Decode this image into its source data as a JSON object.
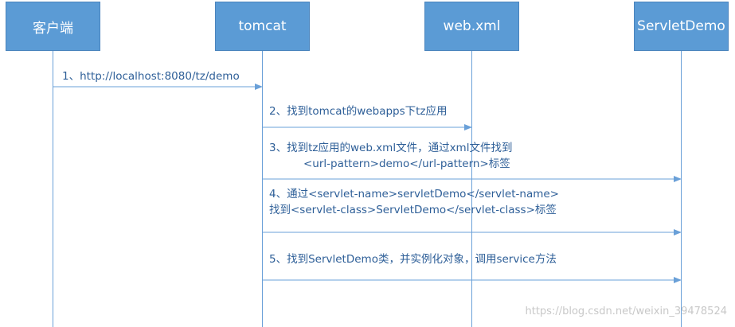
{
  "participants": [
    {
      "label": "客户端"
    },
    {
      "label": "tomcat"
    },
    {
      "label": "web.xml"
    },
    {
      "label": "ServletDemo"
    }
  ],
  "messages": [
    {
      "line1": "1、http://localhost:8080/tz/demo",
      "line2": ""
    },
    {
      "line1": "2、找到tomcat的webapps下tz应用",
      "line2": ""
    },
    {
      "line1": "3、找到tz应用的web.xml文件，通过xml文件找到",
      "line2": "<url-pattern>demo</url-pattern>标签"
    },
    {
      "line1": "4、通过<servlet-name>servletDemo</servlet-name>",
      "line2": "找到<servlet-class>ServletDemo</servlet-class>标签"
    },
    {
      "line1": "5、找到ServletDemo类，并实例化对象，调用service方法",
      "line2": ""
    }
  ],
  "watermark": "https://blog.csdn.net/weixin_39478524",
  "colors": {
    "box_fill": "#5b9bd5",
    "line": "#6aa0d8",
    "text": "#2e5f98"
  }
}
